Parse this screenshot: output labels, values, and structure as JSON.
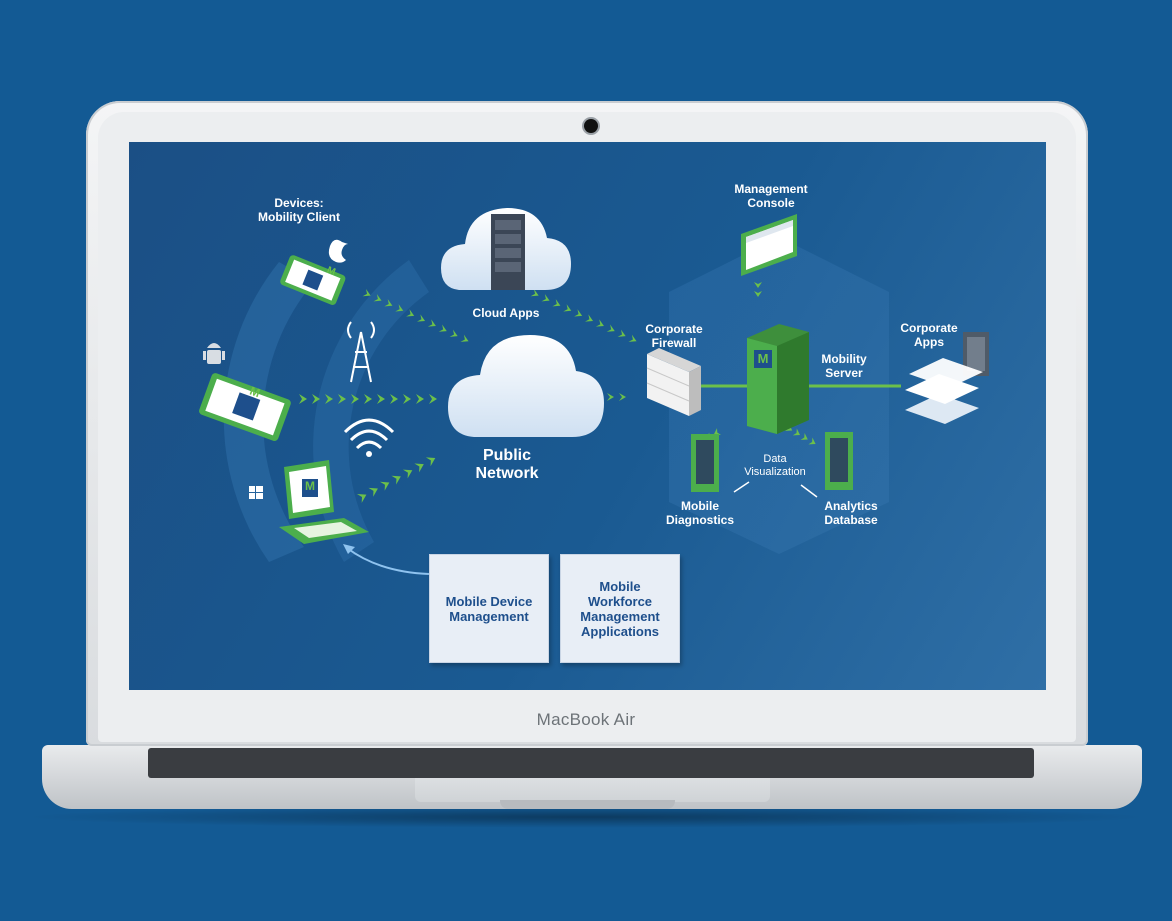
{
  "laptop": {
    "brand_label": "MacBook Air"
  },
  "diagram": {
    "devices_label": [
      "Devices:",
      "Mobility Client"
    ],
    "cloud_apps_label": "Cloud Apps",
    "public_network_label": [
      "Public",
      "Network"
    ],
    "management_console_label": [
      "Management",
      "Console"
    ],
    "corporate_firewall_label": [
      "Corporate",
      "Firewall"
    ],
    "corporate_apps_label": [
      "Corporate",
      "Apps"
    ],
    "mobility_server_label": [
      "Mobility",
      "Server"
    ],
    "data_visualization_label": [
      "Data",
      "Visualization"
    ],
    "mobile_diagnostics_label": [
      "Mobile",
      "Diagnostics"
    ],
    "analytics_database_label": [
      "Analytics",
      "Database"
    ],
    "mdm_card": [
      "Mobile Device",
      "Management"
    ],
    "workforce_card": [
      "Mobile",
      "Workforce",
      "Management",
      "Applications"
    ],
    "logo_letter": "M"
  },
  "colors": {
    "background": "#135a94",
    "screen": "#1a5a92",
    "accent_green": "#5cb85c",
    "card_text": "#1e4f8c"
  }
}
